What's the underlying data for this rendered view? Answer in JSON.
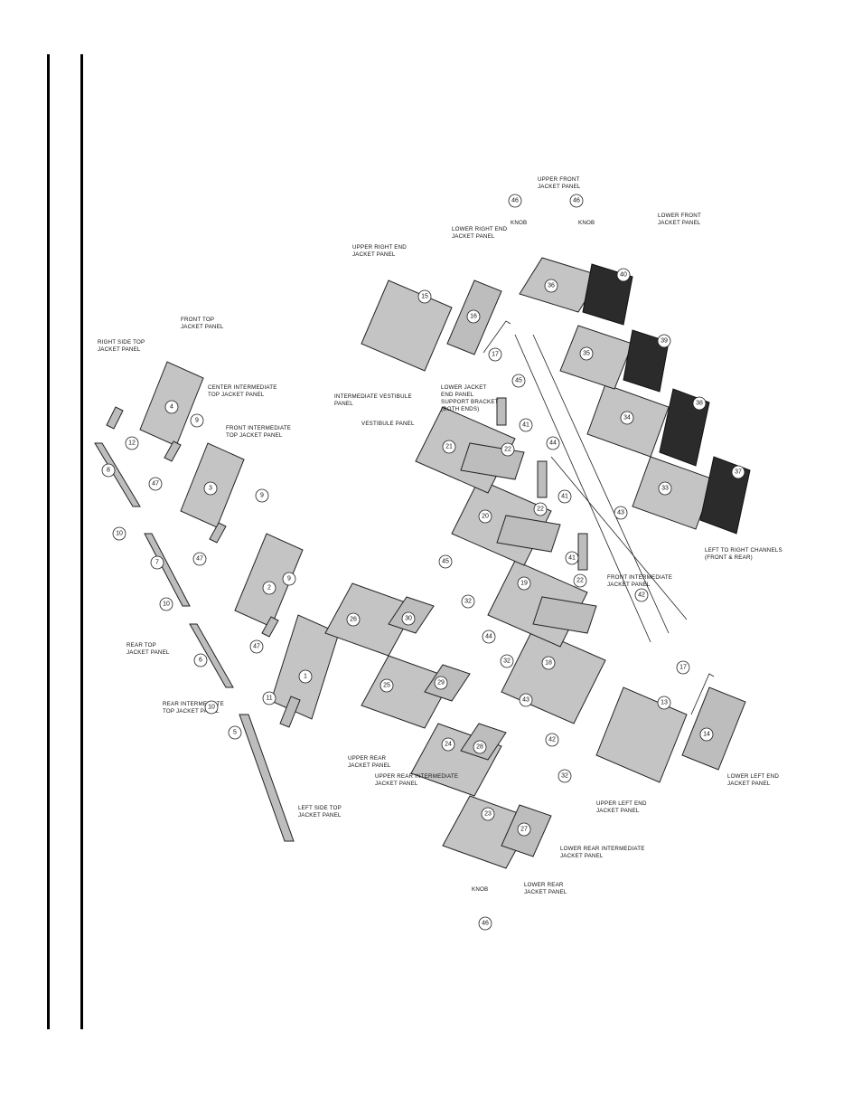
{
  "labels": {
    "right_side_top": [
      "RIGHT SIDE TOP",
      "JACKET PANEL"
    ],
    "front_top": [
      "FRONT TOP",
      "JACKET PANEL"
    ],
    "center_intermediate_top": [
      "CENTER INTERMEDIATE",
      "TOP JACKET PANEL"
    ],
    "front_intermediate_top": [
      "FRONT INTERMEDIATE",
      "TOP JACKET PANEL"
    ],
    "rear_top": [
      "REAR TOP",
      "JACKET PANEL"
    ],
    "rear_intermediate_top": [
      "REAR INTERMEDIATE",
      "TOP JACKET PANEL"
    ],
    "left_side_top": [
      "LEFT SIDE TOP",
      "JACKET PANEL"
    ],
    "intermediate_vestibule": [
      "INTERMEDIATE VESTIBULE",
      "PANEL"
    ],
    "vestibule": [
      "VESTIBULE PANEL"
    ],
    "upper_right_end": [
      "UPPER RIGHT END",
      "JACKET PANEL"
    ],
    "lower_right_end": [
      "LOWER RIGHT END",
      "JACKET PANEL"
    ],
    "lower_jacket_support": [
      "LOWER JACKET",
      "END PANEL",
      "SUPPORT BRACKET",
      "(BOTH ENDS)"
    ],
    "knob_top": [
      "KNOB"
    ],
    "upper_front": [
      "UPPER FRONT",
      "JACKET PANEL"
    ],
    "knob_mid": [
      "KNOB"
    ],
    "lower_front": [
      "LOWER FRONT",
      "JACKET PANEL"
    ],
    "front_intermediate": [
      "FRONT INTERMEDIATE",
      "JACKET PANEL"
    ],
    "left_to_right": [
      "LEFT TO RIGHT CHANNELS",
      "(FRONT & REAR)"
    ],
    "upper_rear": [
      "UPPER REAR",
      "JACKET PANEL"
    ],
    "upper_rear_intermediate": [
      "UPPER REAR INTERMEDIATE",
      "JACKET PANEL"
    ],
    "upper_left_end": [
      "UPPER LEFT END",
      "JACKET PANEL"
    ],
    "lower_left_end": [
      "LOWER LEFT END",
      "JACKET PANEL"
    ],
    "knob_bottom": [
      "KNOB"
    ],
    "lower_rear": [
      "LOWER REAR",
      "JACKET PANEL"
    ],
    "lower_rear_intermediate": [
      "LOWER REAR INTERMEDIATE",
      "JACKET PANEL"
    ]
  },
  "part_numbers": [
    "1",
    "2",
    "3",
    "4",
    "5",
    "6",
    "7",
    "8",
    "9",
    "9",
    "9",
    "10",
    "10",
    "10",
    "11",
    "12",
    "13",
    "14",
    "15",
    "16",
    "17",
    "17",
    "18",
    "19",
    "20",
    "21",
    "22",
    "22",
    "22",
    "23",
    "24",
    "25",
    "26",
    "27",
    "28",
    "29",
    "30",
    "32",
    "32",
    "32",
    "33",
    "34",
    "35",
    "36",
    "37",
    "38",
    "39",
    "40",
    "41",
    "41",
    "41",
    "42",
    "42",
    "43",
    "43",
    "44",
    "44",
    "45",
    "45",
    "46",
    "46",
    "46",
    "47",
    "47",
    "47"
  ],
  "colors": {
    "panel": "#c4c4c4",
    "grille": "#2b2b2b",
    "line": "#222222"
  }
}
